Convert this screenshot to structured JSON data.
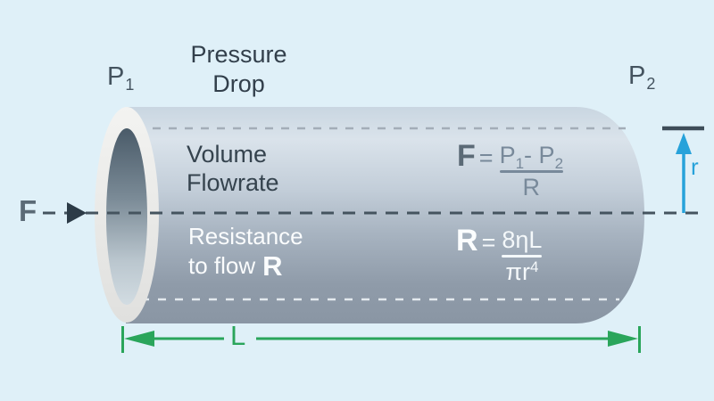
{
  "colors": {
    "background": "#dff0f8",
    "pipe_top": "#c9d6e1",
    "pipe_light": "#dae3eb",
    "pipe_mid": "#c3ced9",
    "pipe_lower": "#a8b4c1",
    "pipe_bottom": "#8f9ba9",
    "rim_light": "#f3f3f1",
    "rim_dark": "#e0e0de",
    "bore_top": "#4a5b69",
    "bore_upper": "#7b8b97",
    "bore_lower": "#bac6ce",
    "bore_bottom": "#d2dce2",
    "centerline_dark": "#45545f",
    "upper_dash_gray": "#a3adb8",
    "lower_dash_light": "#e3e9ee",
    "dimension_green": "#2aa55b",
    "radius_blue": "#27a2da",
    "tick_dark": "#3e4d59",
    "arrow_dark": "#2c3b47",
    "text_dark": "#323f4b",
    "text_slate": "#5b6a76",
    "formula_gray": "#78899a",
    "text_white": "#fafcfd"
  },
  "labels": {
    "pressure_drop_line1": "Pressure",
    "pressure_drop_line2": "Drop",
    "p1_base": "P",
    "p1_sub": "1",
    "p2_base": "P",
    "p2_sub": "2",
    "flow_symbol": "F",
    "radius_symbol": "r",
    "length_symbol": "L",
    "volume_line1": "Volume",
    "volume_line2": "Flowrate",
    "resistance_line1": "Resistance",
    "resistance_line2": "to flow",
    "resistance_symbol": "R"
  },
  "formulas": {
    "flowrate": {
      "lhs": "F",
      "eq": "=",
      "num_p1": "P",
      "num_p1_sub": "1",
      "num_minus": "- ",
      "num_p2": "P",
      "num_p2_sub": "2",
      "den": "R"
    },
    "resistance": {
      "lhs": "R",
      "eq": "=",
      "num": "8ηL",
      "den_base": "πr",
      "den_exp": "4"
    }
  }
}
